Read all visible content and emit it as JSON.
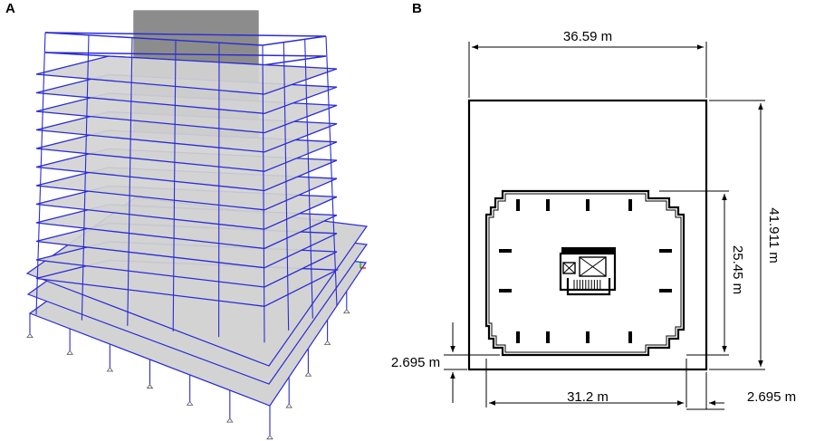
{
  "panels": {
    "a": {
      "label": "A"
    },
    "b": {
      "label": "B"
    }
  },
  "plan_dimensions": {
    "overall_width": "36.59 m",
    "overall_depth": "41.911 m",
    "tower_depth": "25.45 m",
    "tower_width": "31.2 m",
    "offset_bottom": "2.695 m",
    "offset_right": "2.695 m"
  },
  "colors": {
    "frame": "#2b2bd6",
    "slab": "#d3d3d3",
    "core": "#7a7a7a",
    "line": "#000000"
  }
}
